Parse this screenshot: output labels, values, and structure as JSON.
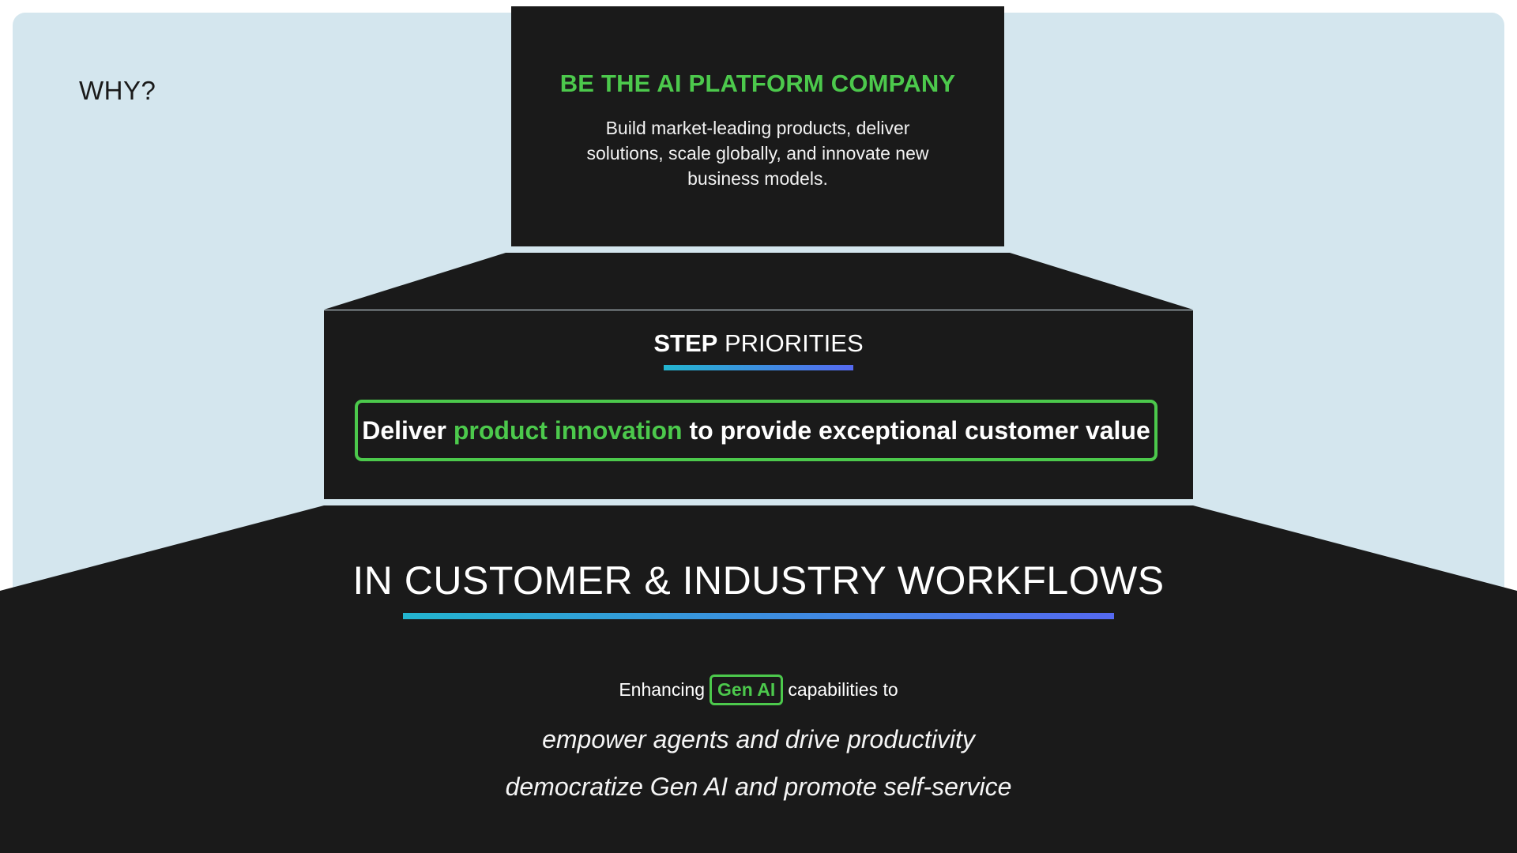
{
  "why_label": "WHY?",
  "top": {
    "title": "BE THE AI PLATFORM COMPANY",
    "description": "Build market-leading products, deliver solutions, scale globally, and innovate new business models."
  },
  "middle": {
    "heading_strong": "STEP",
    "heading_rest": "PRIORITIES",
    "priority": {
      "prefix": "Deliver",
      "highlight": "product innovation",
      "suffix": "to provide exceptional customer value"
    }
  },
  "bottom": {
    "title": "IN CUSTOMER & INDUSTRY WORKFLOWS",
    "enhancing_prefix": "Enhancing",
    "badge": "Gen AI",
    "enhancing_suffix": "capabilities to",
    "lines": [
      "empower agents and drive productivity",
      "democratize Gen AI and promote self-service"
    ]
  },
  "colors": {
    "background_panel": "#d4e6ee",
    "dark_block": "#1a1a1a",
    "accent_green": "#4cc94c",
    "gradient_start": "#23b5cf",
    "gradient_end": "#5569f0"
  }
}
